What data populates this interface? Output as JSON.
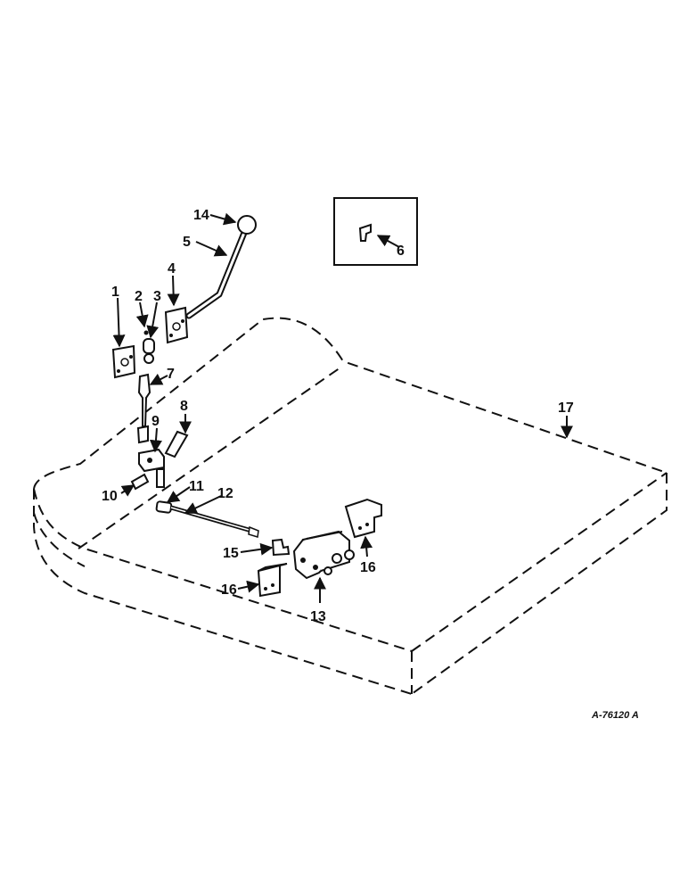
{
  "diagram": {
    "drawing_number": "A-76120 A",
    "callouts": [
      "1",
      "2",
      "3",
      "4",
      "5",
      "6",
      "7",
      "8",
      "9",
      "10",
      "11",
      "12",
      "13",
      "14",
      "15",
      "16",
      "16",
      "17"
    ]
  },
  "colors": {
    "ink": "#111111",
    "paper": "#ffffff"
  }
}
